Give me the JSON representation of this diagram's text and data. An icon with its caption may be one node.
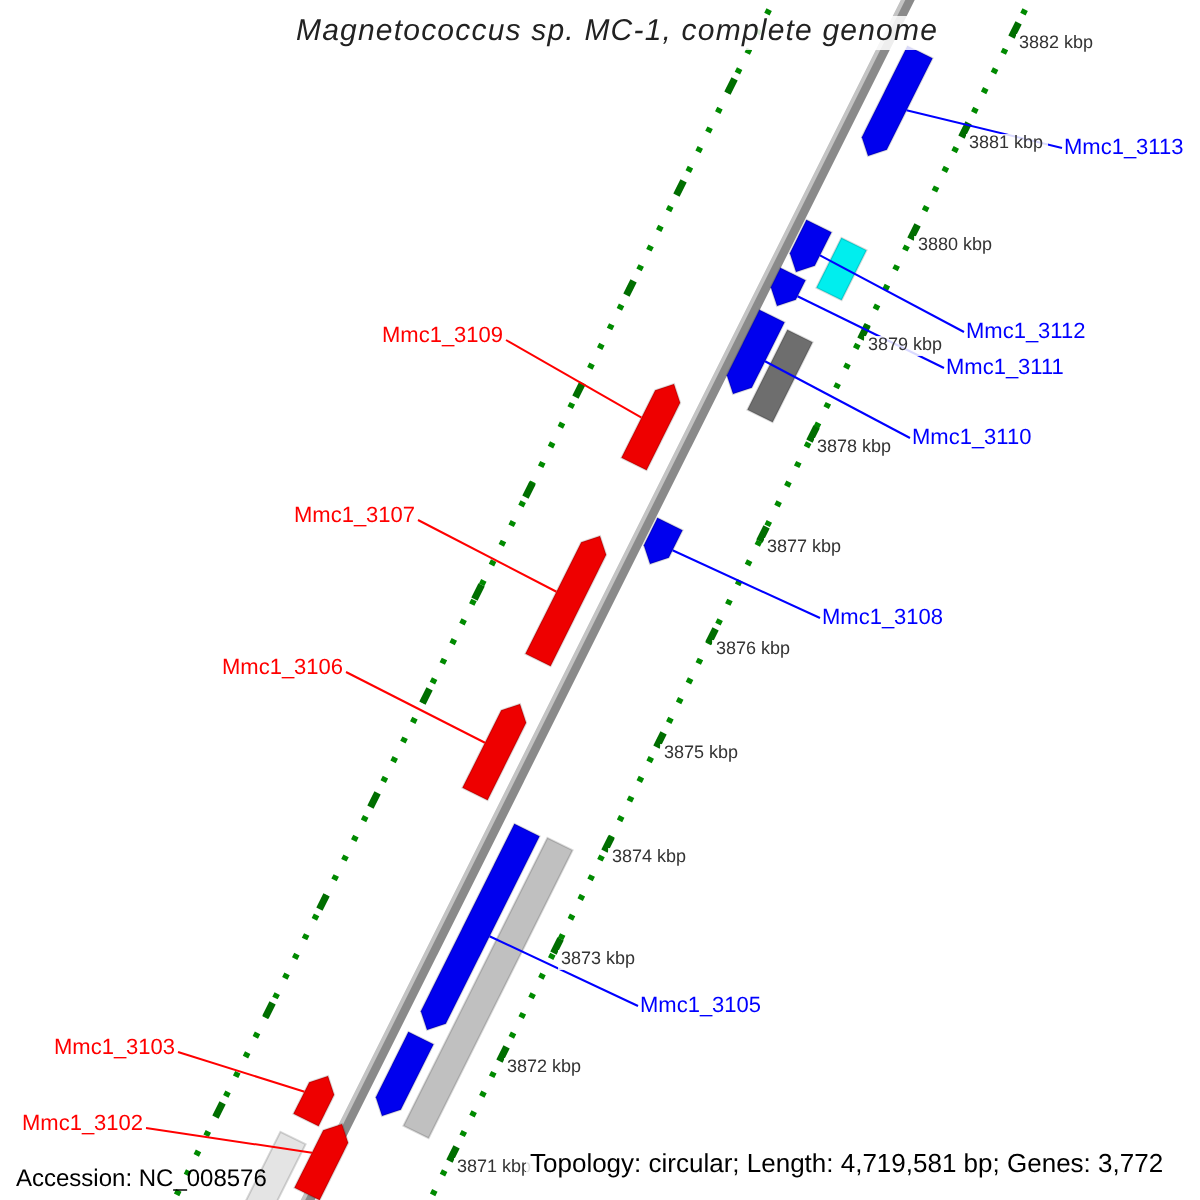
{
  "diagram": {
    "title": "Magnetococcus sp. MC-1, complete genome",
    "nodes": [
      {
        "text": [
          "Mmc1_3113"
        ]
      },
      {
        "text": [
          "Mmc1_3112"
        ]
      },
      {
        "text": [
          "Mmc1_3109"
        ]
      },
      {
        "text": [
          "Mmc1_3111"
        ]
      },
      {
        "text": [
          "Mmc1_3110"
        ]
      },
      {
        "text": [
          "Mmc1_3107"
        ]
      },
      {
        "text": [
          "Mmc1_3108"
        ]
      },
      {
        "text": [
          "Mmc1_3106"
        ]
      },
      {
        "text": [
          "Mmc1_3105"
        ]
      },
      {
        "text": [
          "Mmc1_3103"
        ]
      },
      {
        "text": [
          "Mmc1_3102"
        ]
      },
      {
        "text": [],
        "shape": "bar"
      },
      {
        "text": [],
        "shape": "bar"
      },
      {
        "text": [],
        "shape": "bar"
      },
      {
        "text": [],
        "shape": "bar"
      },
      {
        "text": [],
        "shape": "bar"
      },
      {
        "text": [],
        "shape": "bar"
      },
      {
        "text": [],
        "shape": "bar"
      },
      {
        "text": [],
        "shape": "bar"
      },
      {
        "text": [],
        "shape": "bar"
      },
      {
        "text": [],
        "shape": "bar"
      },
      {
        "text": [],
        "shape": "bar"
      },
      {
        "text": [],
        "shape": "bar"
      },
      {
        "text": [],
        "shape": "bar"
      },
      {
        "text": [],
        "shape": "bar"
      },
      {
        "text": [],
        "shape": "bar"
      },
      {
        "text": [],
        "shape": "bar"
      }
    ],
    "edges": [
      {
        "from": 0,
        "to": 11,
        "arrow": "none"
      },
      {
        "from": 1,
        "to": 12,
        "arrow": "none"
      },
      {
        "from": 2,
        "to": 17,
        "arrow": "none",
        "color": "#ff0000"
      },
      {
        "from": 3,
        "to": 14,
        "arrow": "none"
      },
      {
        "from": 4,
        "to": 15,
        "arrow": "none"
      },
      {
        "from": 5,
        "to": 19,
        "arrow": "none",
        "color": "#ff0000"
      },
      {
        "from": 6,
        "to": 18,
        "arrow": "none"
      },
      {
        "from": 7,
        "to": 20,
        "arrow": "none",
        "color": "#ff0000"
      },
      {
        "from": 8,
        "to": 21,
        "arrow": "none"
      },
      {
        "from": 9,
        "to": 24,
        "arrow": "none",
        "color": "#ff0000"
      },
      {
        "from": 10,
        "to": 26,
        "arrow": "none",
        "color": "#ff0000"
      }
    ],
    "labels": [
      "3882 kbp",
      "3881 kbp",
      "3880 kbp",
      "3879 kbp",
      "3878 kbp",
      "3877 kbp",
      "3876 kbp",
      "3875 kbp",
      "3874 kbp",
      "3873 kbp",
      "3872 kbp",
      "3871 kbp",
      "Accession: NC_008576",
      "Topology: circular; Length: 4,719,581 bp; Genes: 3,772"
    ]
  }
}
